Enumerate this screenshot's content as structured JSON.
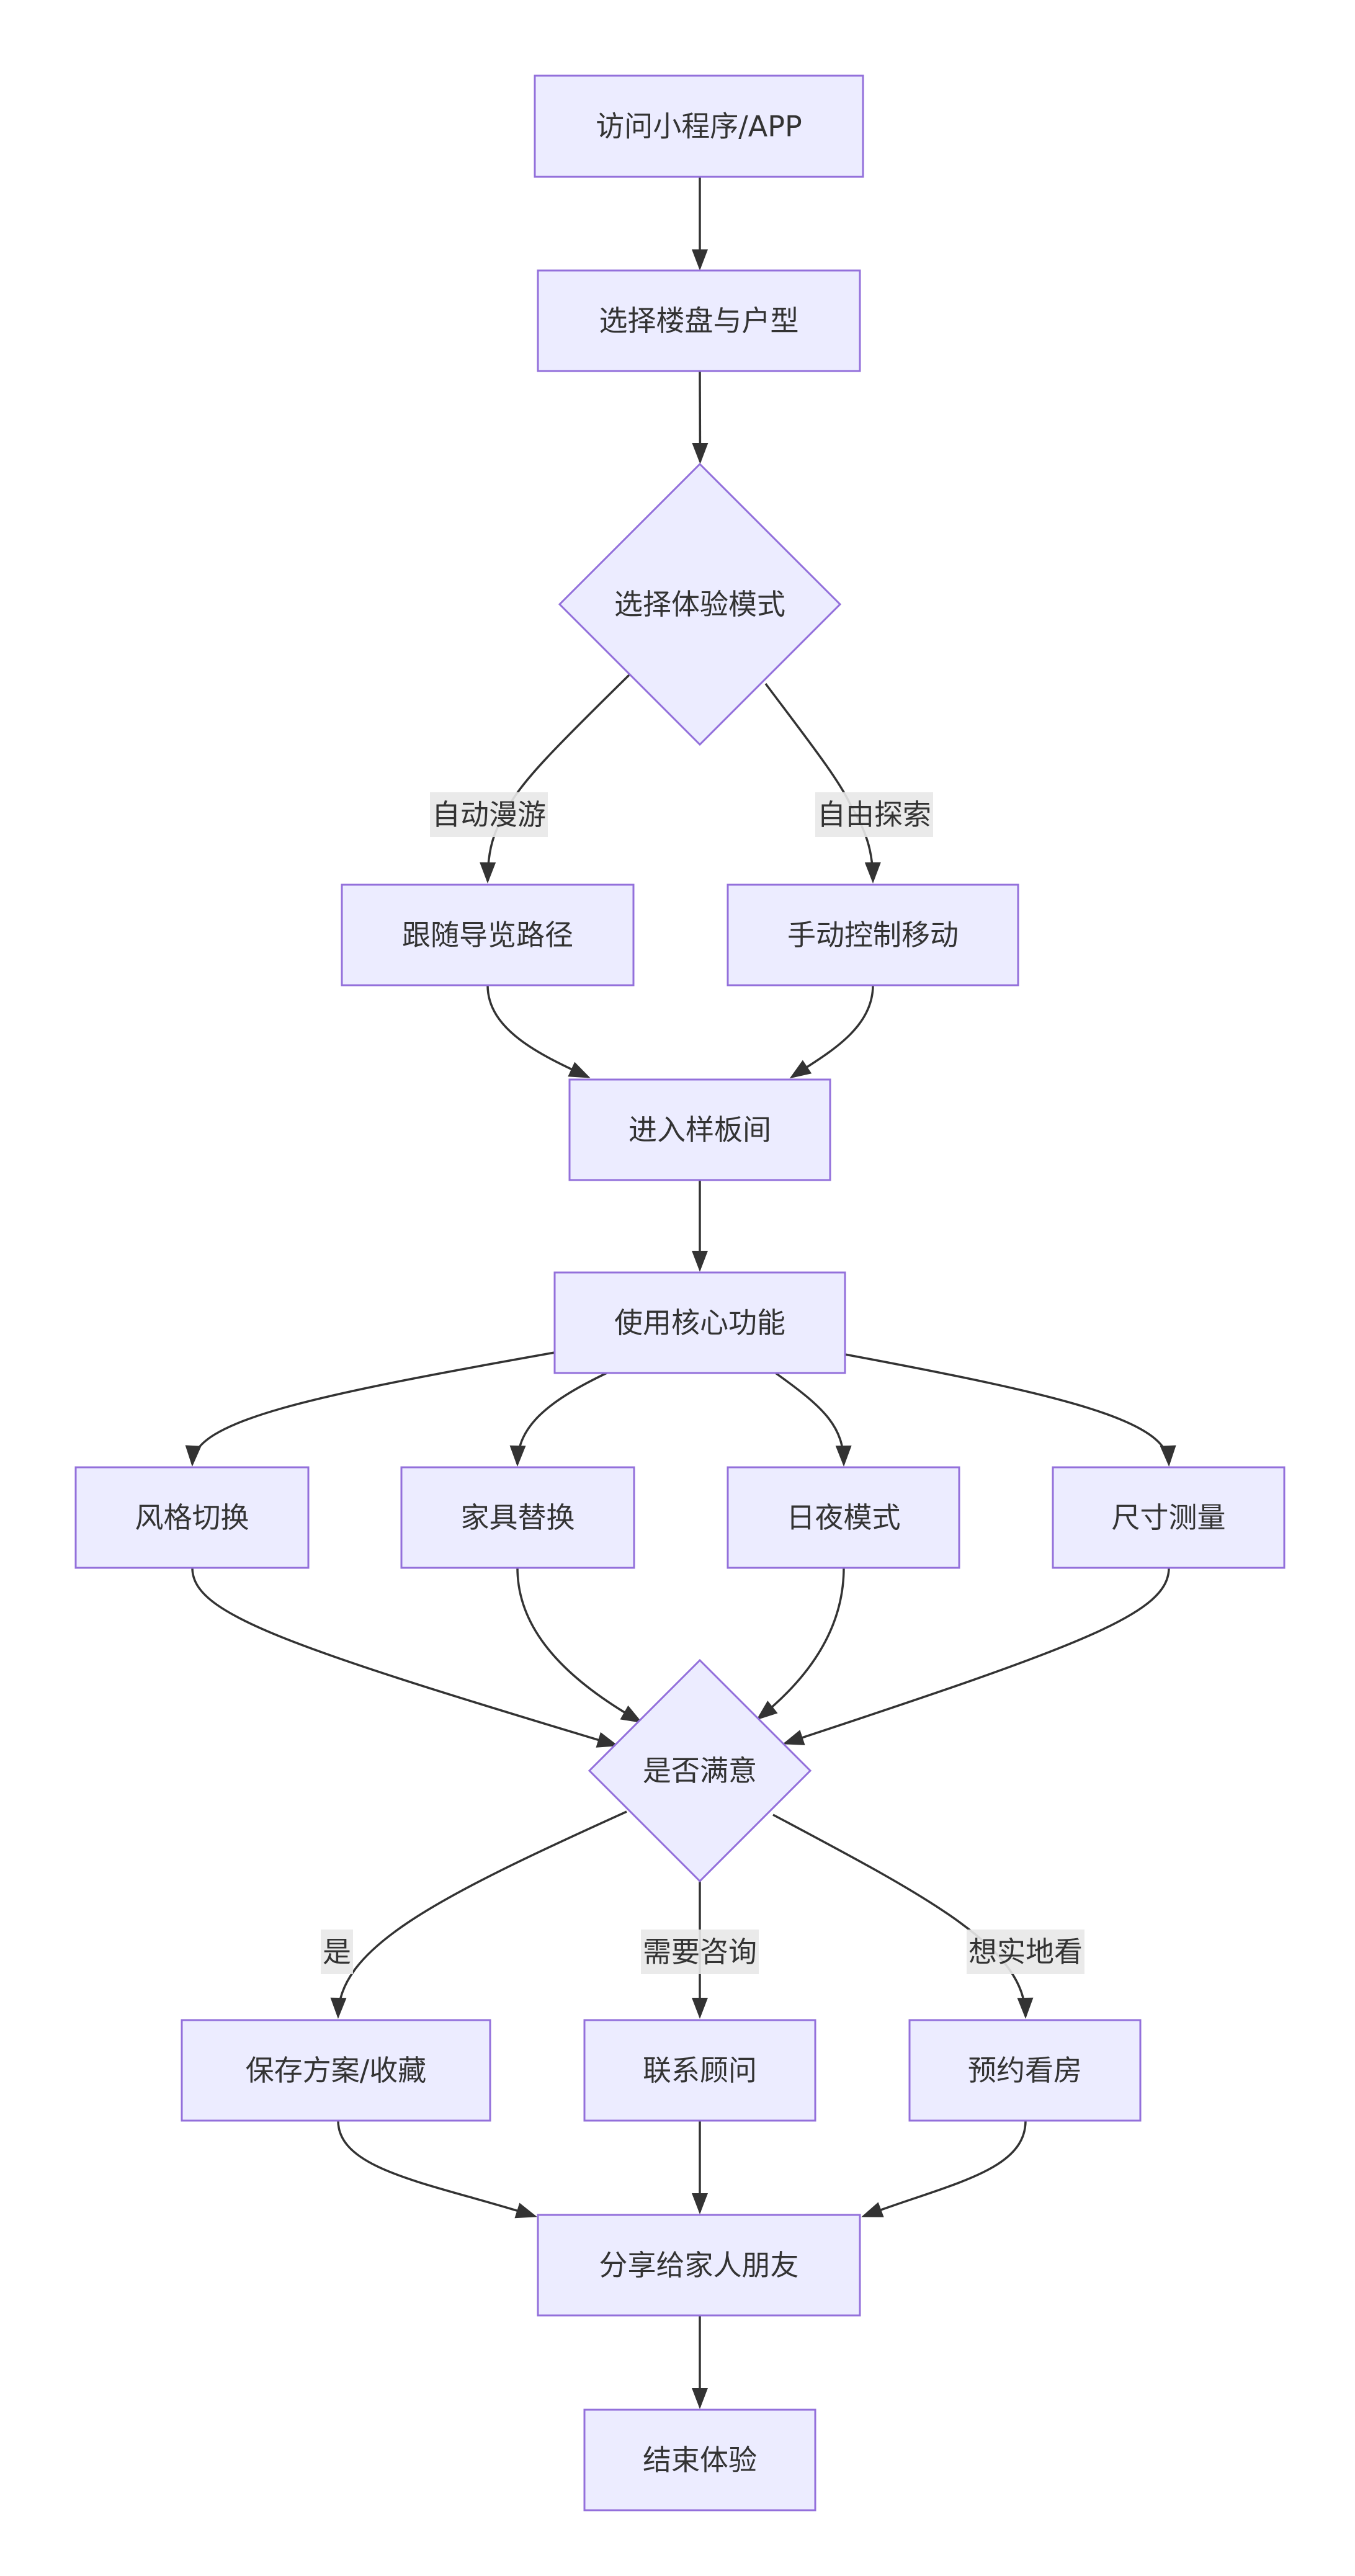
{
  "diagram": {
    "type": "flowchart",
    "direction": "top-down",
    "colors": {
      "node_fill": "#ECECFF",
      "node_stroke": "#9370DB",
      "edge": "#333333",
      "label_bg": "#e8e8e8",
      "text": "#333333"
    },
    "nodes": [
      {
        "id": "A",
        "label": "访问小程序/APP",
        "shape": "rect"
      },
      {
        "id": "B",
        "label": "选择楼盘与户型",
        "shape": "rect"
      },
      {
        "id": "C",
        "label": "选择体验模式",
        "shape": "diamond"
      },
      {
        "id": "D",
        "label": "跟随导览路径",
        "shape": "rect"
      },
      {
        "id": "E",
        "label": "手动控制移动",
        "shape": "rect"
      },
      {
        "id": "F",
        "label": "进入样板间",
        "shape": "rect"
      },
      {
        "id": "G",
        "label": "使用核心功能",
        "shape": "rect"
      },
      {
        "id": "H",
        "label": "风格切换",
        "shape": "rect"
      },
      {
        "id": "I",
        "label": "家具替换",
        "shape": "rect"
      },
      {
        "id": "J",
        "label": "日夜模式",
        "shape": "rect"
      },
      {
        "id": "K",
        "label": "尺寸测量",
        "shape": "rect"
      },
      {
        "id": "L",
        "label": "是否满意",
        "shape": "diamond"
      },
      {
        "id": "M",
        "label": "保存方案/收藏",
        "shape": "rect"
      },
      {
        "id": "N",
        "label": "联系顾问",
        "shape": "rect"
      },
      {
        "id": "O",
        "label": "预约看房",
        "shape": "rect"
      },
      {
        "id": "P",
        "label": "分享给家人朋友",
        "shape": "rect"
      },
      {
        "id": "Q",
        "label": "结束体验",
        "shape": "rect"
      }
    ],
    "edges": [
      {
        "from": "A",
        "to": "B",
        "label": ""
      },
      {
        "from": "B",
        "to": "C",
        "label": ""
      },
      {
        "from": "C",
        "to": "D",
        "label": "自动漫游"
      },
      {
        "from": "C",
        "to": "E",
        "label": "自由探索"
      },
      {
        "from": "D",
        "to": "F",
        "label": ""
      },
      {
        "from": "E",
        "to": "F",
        "label": ""
      },
      {
        "from": "F",
        "to": "G",
        "label": ""
      },
      {
        "from": "G",
        "to": "H",
        "label": ""
      },
      {
        "from": "G",
        "to": "I",
        "label": ""
      },
      {
        "from": "G",
        "to": "J",
        "label": ""
      },
      {
        "from": "G",
        "to": "K",
        "label": ""
      },
      {
        "from": "H",
        "to": "L",
        "label": ""
      },
      {
        "from": "I",
        "to": "L",
        "label": ""
      },
      {
        "from": "J",
        "to": "L",
        "label": ""
      },
      {
        "from": "K",
        "to": "L",
        "label": ""
      },
      {
        "from": "L",
        "to": "M",
        "label": "是"
      },
      {
        "from": "L",
        "to": "N",
        "label": "需要咨询"
      },
      {
        "from": "L",
        "to": "O",
        "label": "想实地看"
      },
      {
        "from": "M",
        "to": "P",
        "label": ""
      },
      {
        "from": "N",
        "to": "P",
        "label": ""
      },
      {
        "from": "O",
        "to": "P",
        "label": ""
      },
      {
        "from": "P",
        "to": "Q",
        "label": ""
      }
    ]
  }
}
